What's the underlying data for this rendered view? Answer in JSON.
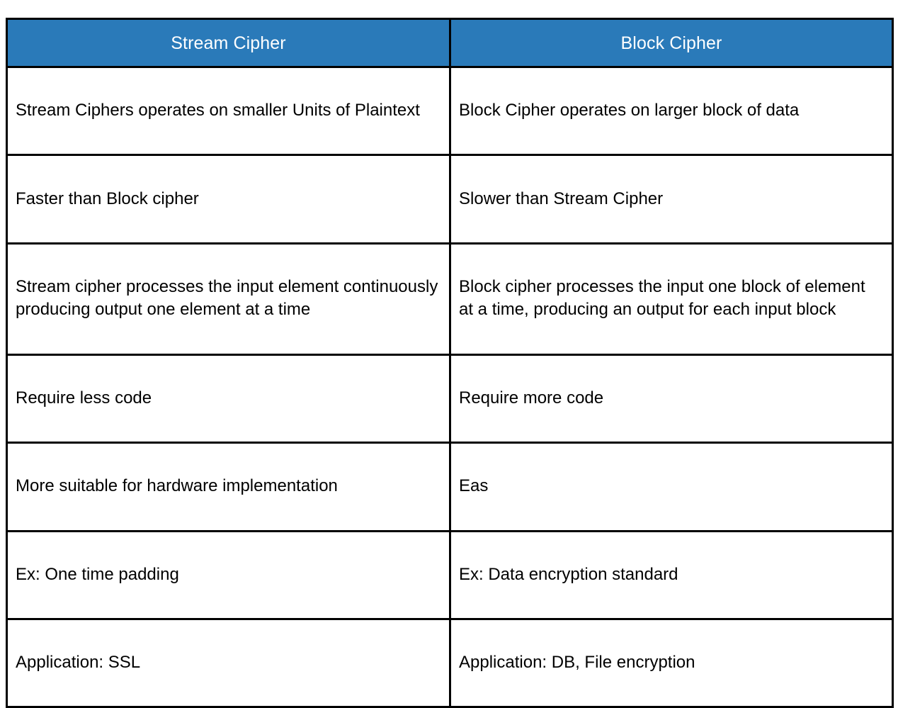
{
  "table": {
    "title": "Stream Cipher vs Block Cipher comparison",
    "header_background": "#2a7ab9",
    "header_text_color": "#ffffff",
    "border_color": "#000000",
    "columns": [
      {
        "label": "Stream Cipher"
      },
      {
        "label": "Block Cipher"
      }
    ],
    "rows": [
      {
        "left": "Stream Ciphers operates on smaller Units of Plaintext",
        "right": "Block Cipher operates on larger block of data"
      },
      {
        "left": "Faster than Block cipher",
        "right": "Slower than Stream Cipher"
      },
      {
        "left": "Stream cipher processes the input element continuously producing output one element at a time",
        "right": "Block cipher processes the input one block of element at a time, producing an output for each input block"
      },
      {
        "left": "Require less code",
        "right": "Require more code"
      },
      {
        "left": "More suitable for hardware implementation",
        "right": "Eas"
      },
      {
        "left": "Ex: One time padding",
        "right": "Ex: Data encryption standard"
      },
      {
        "left": "Application: SSL",
        "right": "Application: DB, File encryption"
      }
    ]
  }
}
